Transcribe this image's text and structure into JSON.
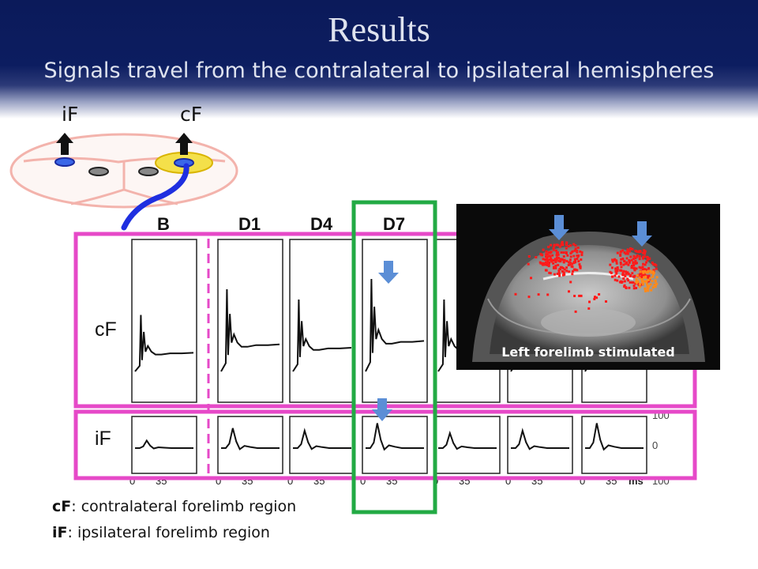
{
  "slide": {
    "title": "Results",
    "subtitle": "Signals travel from the contralateral to ipsilateral hemispheres"
  },
  "schematic": {
    "left_label": "iF",
    "right_label": "cF"
  },
  "traces": {
    "columns": [
      "B",
      "D1",
      "D4",
      "D7"
    ],
    "row_labels": [
      "cF",
      "iF"
    ],
    "x_tick_labels": [
      "0",
      "35"
    ],
    "x_unit": "ms",
    "y_tick_labels": [
      "100",
      "0",
      "100"
    ]
  },
  "mri": {
    "caption": "Left forelimb stimulated"
  },
  "legend": [
    {
      "abbr": "cF",
      "text": ": contralateral forelimb region"
    },
    {
      "abbr": "iF",
      "text": ": ipsilateral forelimb region"
    }
  ],
  "colors": {
    "header": "#0c1d60",
    "magenta": "#e649c8",
    "green": "#22aa44",
    "blue_probe": "#1f2fe0",
    "yellow_ring": "#f4e04a",
    "arrow_blue": "#5b8ed6"
  }
}
